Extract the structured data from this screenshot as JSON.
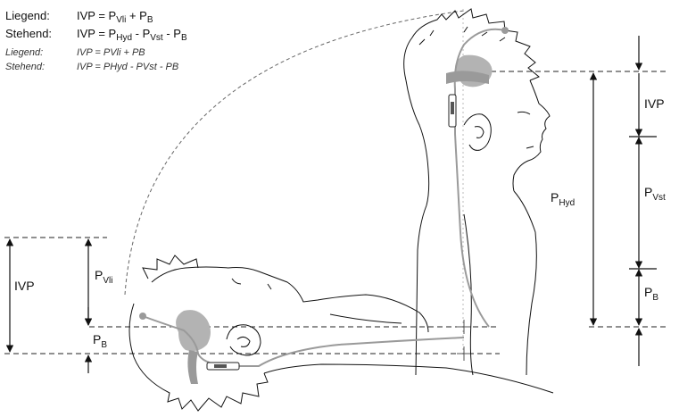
{
  "formulas": {
    "lying": {
      "label": "Liegend:",
      "lhs": "IVP = P",
      "s1": "Vli",
      "mid": " + P",
      "s2": "B"
    },
    "standing": {
      "label": "Stehend:",
      "lhs": "IVP = P",
      "s1": "Hyd",
      "mid1": " - P",
      "s2": "Vst",
      "mid2": " - P",
      "s3": "B"
    },
    "lying_plain": {
      "label": "Liegend:",
      "text": "IVP = PVli + PB"
    },
    "standing_plain": {
      "label": "Stehend:",
      "text": "IVP = PHyd - PVst - PB"
    }
  },
  "left_annotations": {
    "ivp": "IVP",
    "pvli": {
      "main": "P",
      "sub": "Vli"
    },
    "pb": {
      "main": "P",
      "sub": "B"
    }
  },
  "right_annotations": {
    "ivp": "IVP",
    "phyd": {
      "main": "P",
      "sub": "Hyd"
    },
    "pvst": {
      "main": "P",
      "sub": "Vst"
    },
    "pb": {
      "main": "P",
      "sub": "B"
    }
  },
  "colors": {
    "line": "#111111",
    "dash": "#222222",
    "anatomy": "#9a9a9a",
    "anatomy_fill": "#b3b3b3",
    "guide": "#bbbbbb"
  }
}
